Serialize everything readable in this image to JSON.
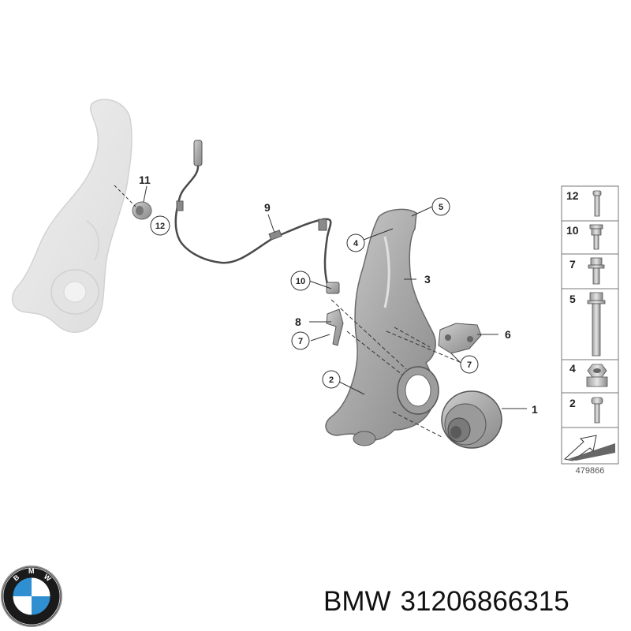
{
  "callouts": {
    "c1": "1",
    "c2": "2",
    "c3": "3",
    "c4": "4",
    "c5": "5",
    "c6": "6",
    "c7a": "7",
    "c7b": "7",
    "c8": "8",
    "c9": "9",
    "c10": "10",
    "c11": "11",
    "c12": "12"
  },
  "legend": {
    "items": [
      {
        "label": "12",
        "icon": "hex-bolt-icon"
      },
      {
        "label": "10",
        "icon": "flange-bolt-icon"
      },
      {
        "label": "7",
        "icon": "flange-screw-icon"
      },
      {
        "label": "5",
        "icon": "long-bolt-icon"
      },
      {
        "label": "4",
        "icon": "hex-nut-icon"
      },
      {
        "label": "2",
        "icon": "short-bolt-icon"
      }
    ],
    "direction_icon": "forward-arrow-icon"
  },
  "reference_number": "479866",
  "footer": {
    "brand": "BMW",
    "part_number": "31206866315",
    "logo_letters": "BMW",
    "logo_colors": {
      "blue": "#2f8fd0",
      "white": "#ffffff",
      "ring": "#1a1a1a"
    }
  }
}
